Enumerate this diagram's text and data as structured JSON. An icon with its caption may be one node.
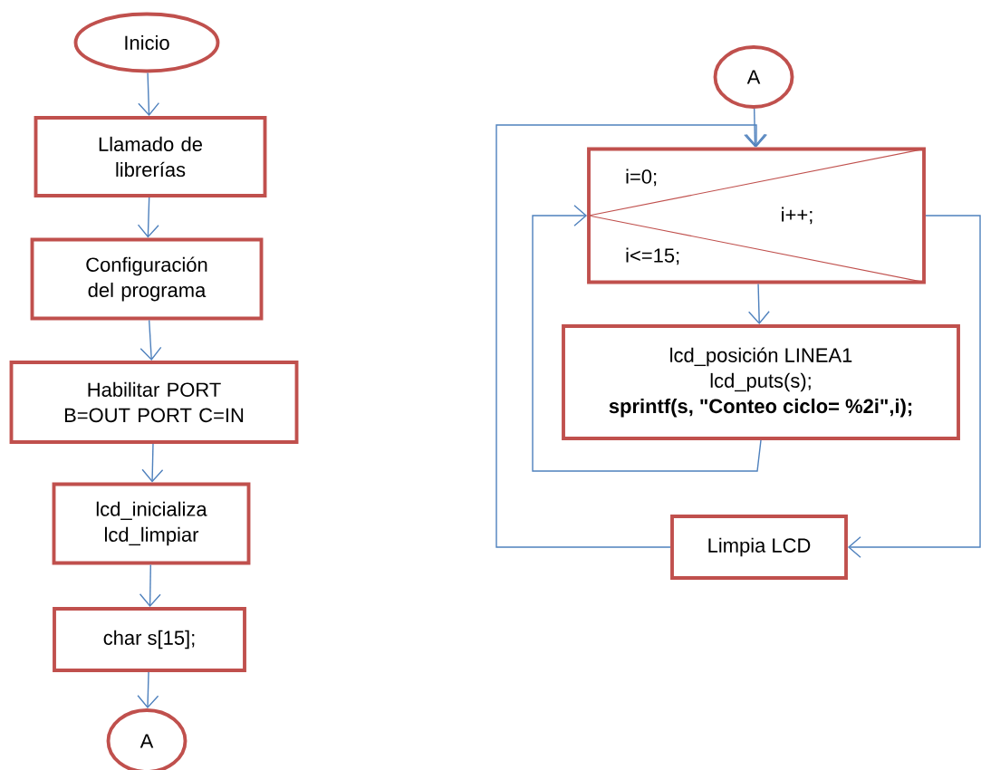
{
  "diagram": {
    "nodes": [
      {
        "text": [
          "Inicio"
        ]
      },
      {
        "text": [
          "Llamado de librerías"
        ]
      },
      {
        "text": [
          "Configuración del programa"
        ]
      },
      {
        "text": [
          "Habilitar PORT B=OUT PORT C=IN"
        ]
      },
      {
        "text": [
          "lcd_inicializa lcd_limpiar"
        ]
      },
      {
        "text": [
          "char s[15];"
        ]
      },
      {
        "text": [
          "A"
        ]
      },
      {
        "text": [
          "A"
        ]
      },
      {
        "text": [
          "i=0;",
          "i++;",
          "i<=15;"
        ]
      },
      {
        "text": [
          "lcd_posición LINEA1",
          "lcd_puts(s);",
          "sprintf(s, \"Conteo ciclo= %2i\",i);"
        ]
      },
      {
        "text": [
          "Limpia LCD"
        ]
      }
    ],
    "edges": [
      {
        "from": 0,
        "to": 1,
        "arrow": "to"
      },
      {
        "from": 1,
        "to": 2,
        "arrow": "to"
      },
      {
        "from": 2,
        "to": 3,
        "arrow": "to"
      },
      {
        "from": 3,
        "to": 4,
        "arrow": "to"
      },
      {
        "from": 4,
        "to": 5,
        "arrow": "to"
      },
      {
        "from": 5,
        "to": 6,
        "arrow": "to"
      },
      {
        "from": 7,
        "to": 8,
        "arrow": "to"
      },
      {
        "from": 8,
        "to": 9,
        "arrow": "to"
      },
      {
        "from": 9,
        "to": 8,
        "arrow": "to"
      },
      {
        "from": 8,
        "to": 10,
        "arrow": "to"
      },
      {
        "from": 10,
        "to": 8,
        "arrow": "to"
      }
    ]
  }
}
